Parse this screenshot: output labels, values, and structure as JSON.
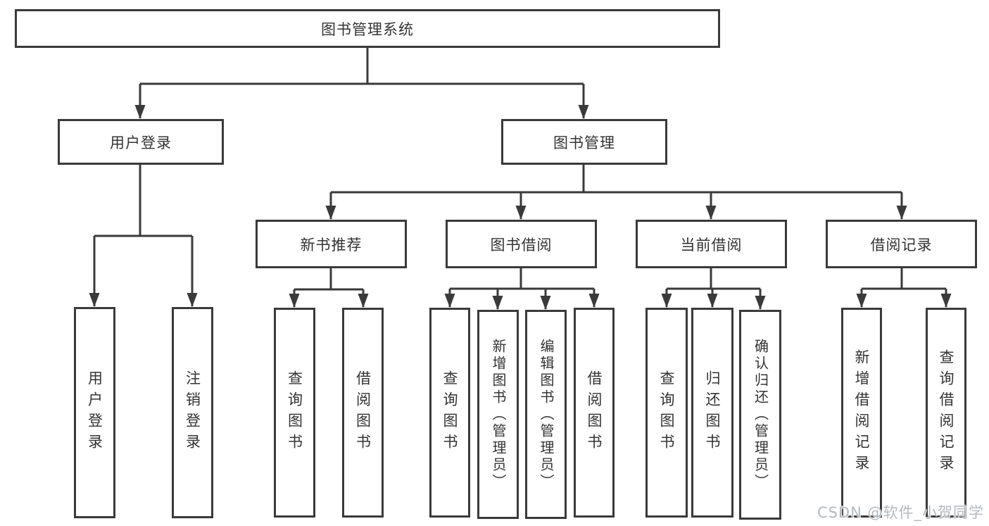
{
  "title": "图书管理系统",
  "level2": {
    "user_login": "用户登录",
    "book_mgmt": "图书管理"
  },
  "level3": {
    "new_books": "新书推荐",
    "borrow": "图书借阅",
    "current": "当前借阅",
    "records": "借阅记录"
  },
  "leaves": {
    "user_login": [
      "用户登录",
      "注销登录"
    ],
    "new_books": [
      "查询图书",
      "借阅图书"
    ],
    "borrow": [
      "查询图书",
      "新增图书（管理员）",
      "编辑图书（管理员）",
      "借阅图书"
    ],
    "current": [
      "查询图书",
      "归还图书",
      "确认归还（管理员）"
    ],
    "records": [
      "新增借阅记录",
      "查询借阅记录"
    ]
  },
  "watermark": "CSDN @软件_小贺同学",
  "colors": {
    "line": "#3a3a3a",
    "box_border": "#3a3a3a",
    "text": "#333333",
    "background": "#ffffff",
    "watermark": "#b4b9be"
  }
}
